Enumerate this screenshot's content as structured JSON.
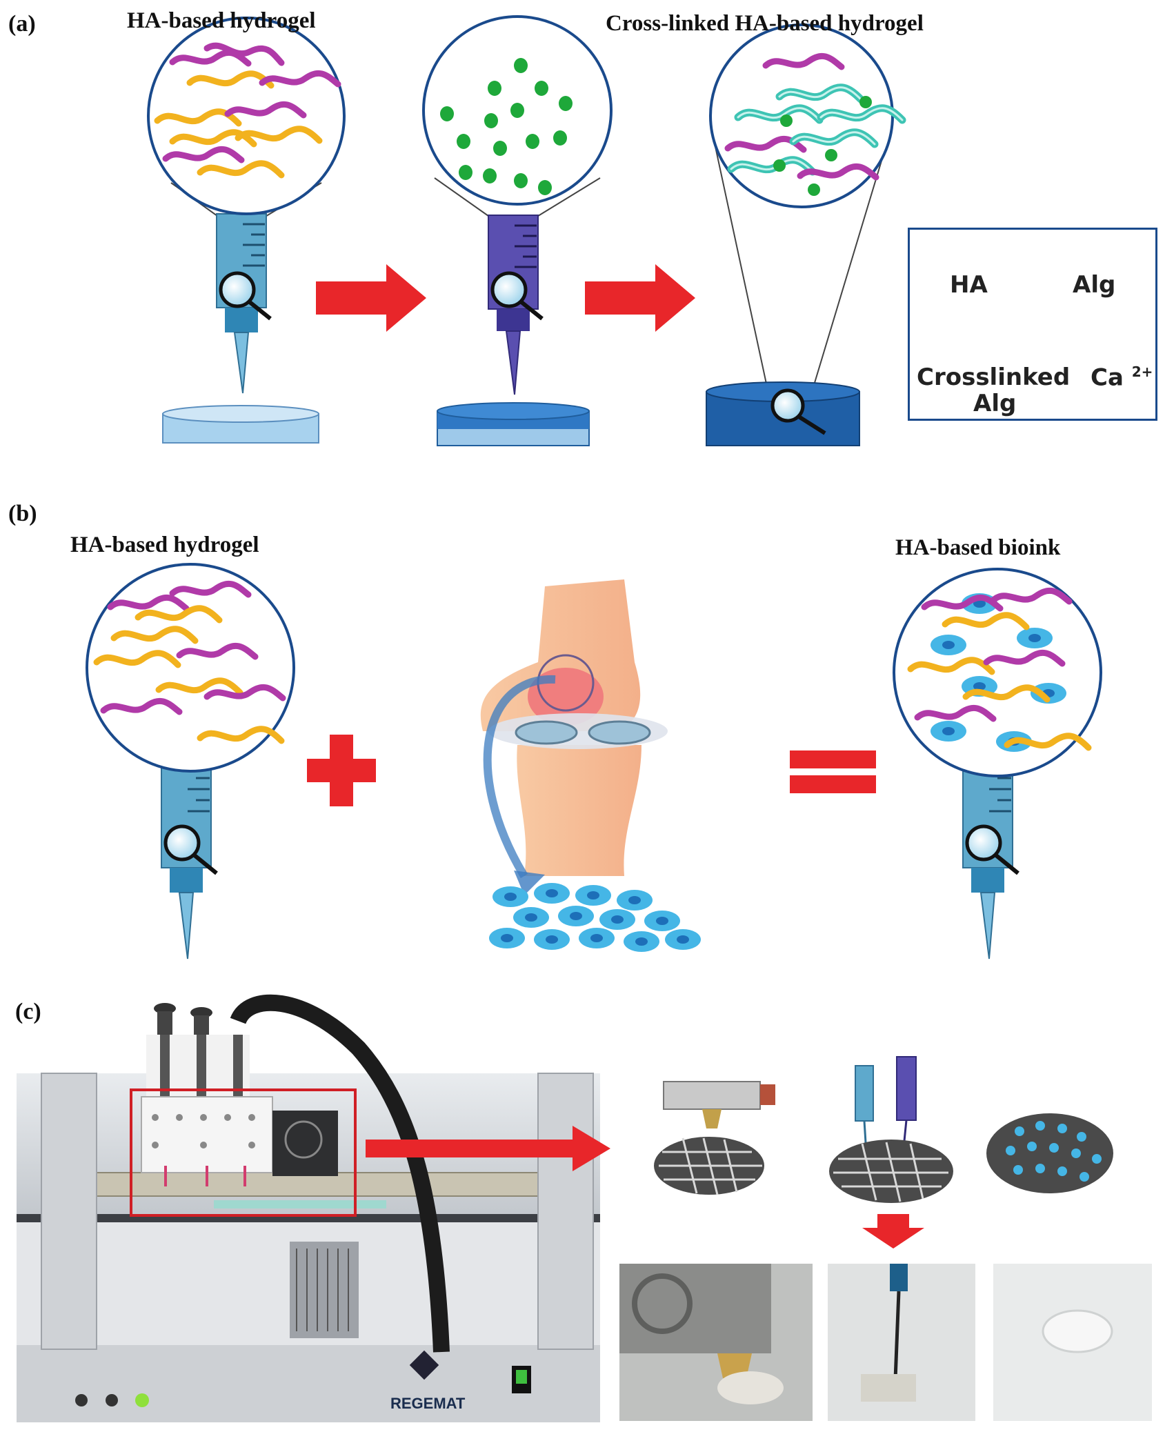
{
  "panels": {
    "a": {
      "label": "(a)",
      "title_left": "HA-based hydrogel",
      "title_right": "Cross-linked HA-based hydrogel",
      "legend": {
        "ha": "HA",
        "alg": "Alg",
        "crosslinked_line1": "Crosslinked",
        "crosslinked_line2": "Alg",
        "ca": "Ca",
        "ca_charge": "2+"
      }
    },
    "b": {
      "label": "(b)",
      "title_left": "HA-based hydrogel",
      "title_right": "HA-based bioink"
    },
    "c": {
      "label": "(c)",
      "printer_brand": "REGEMAT"
    }
  },
  "colors": {
    "ha": "#b03aa8",
    "alg": "#f2b21e",
    "crosslinked_alg": "#3ec4b4",
    "calcium": "#1ea83a",
    "arrow": "#e8262a",
    "outline": "#1a4a8c"
  }
}
